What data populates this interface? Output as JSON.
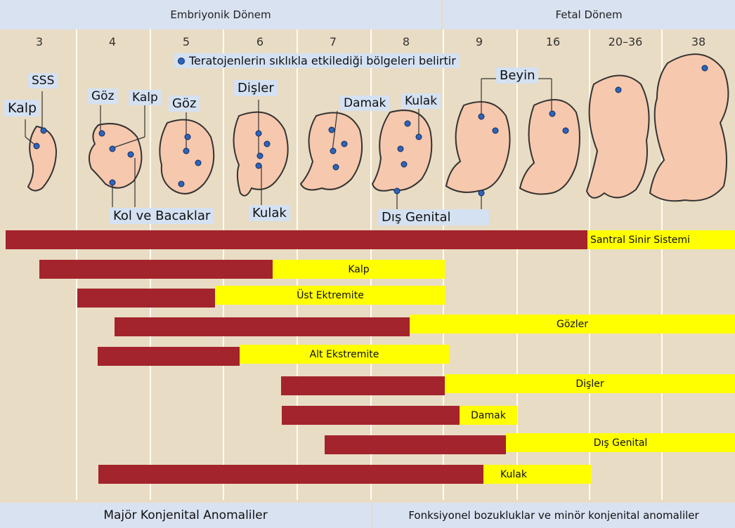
{
  "header": {
    "embryonic_period": "Embriyonik Dönem",
    "fetal_period": "Fetal Dönem"
  },
  "weeks": [
    "3",
    "4",
    "5",
    "6",
    "7",
    "8",
    "9",
    "16",
    "20–36",
    "38"
  ],
  "legend": {
    "icon": "blue-dot-icon",
    "text": "Teratojenlerin sıklıkla etkilediği bölgeleri belirtir"
  },
  "organ_labels": {
    "sss": "SSS",
    "kalp_w3": "Kalp",
    "goz_w4": "Göz",
    "kalp_w4": "Kalp",
    "goz_w5": "Göz",
    "disler": "Dişler",
    "damak": "Damak",
    "kulak_top": "Kulak",
    "beyin": "Beyin",
    "kol_bacak": "Kol ve Bacaklar",
    "kulak_bottom": "Kulak",
    "dis_genital": "Dış Genital"
  },
  "bars": [
    {
      "label": "Santral Sinir Sistemi"
    },
    {
      "label": "Kalp"
    },
    {
      "label": "Üst Ektremite"
    },
    {
      "label": "Gözler"
    },
    {
      "label": "Alt Ekstremite"
    },
    {
      "label": "Dişler"
    },
    {
      "label": "Damak"
    },
    {
      "label": "Dış Genital"
    },
    {
      "label": "Kulak"
    }
  ],
  "footer": {
    "major": "Majör Konjenital Anomaliler",
    "minor": "Fonksiyonel bozukluklar ve minör konjenital anomaliler"
  },
  "colors": {
    "major_anomaly": "#a3242c",
    "minor_anomaly": "#ffff00",
    "background": "#e9dcc4",
    "header": "#d9e2f1",
    "teratogen_dot": "#2f64b8"
  }
}
